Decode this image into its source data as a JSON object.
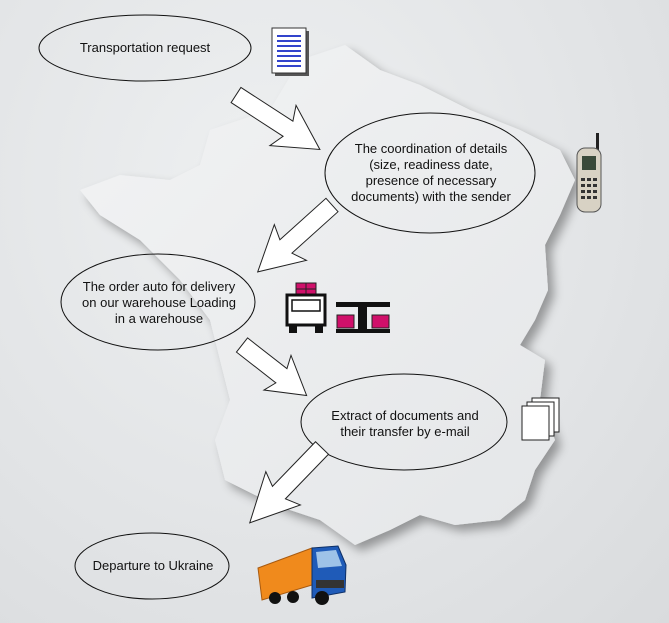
{
  "steps": [
    {
      "label": "Transportation request",
      "icon": "document-icon"
    },
    {
      "label": "The coordination of details (size, readiness date, presence of necessary documents) with the sender",
      "icon": "mobile-phone-icon"
    },
    {
      "label": "The order auto for delivery on our warehouse Loading in a warehouse",
      "icon": "truck-loading-icon"
    },
    {
      "label": "Extract of documents and their transfer by e-mail",
      "icon": "documents-stack-icon"
    },
    {
      "label": "Departure to Ukraine",
      "icon": "truck-icon"
    }
  ],
  "colors": {
    "ellipse_stroke": "#111111",
    "document_lines": "#3344cc",
    "cargo": "#d0106a",
    "truck_cab": "#1f5bb8",
    "trailer": "#f08a1c"
  }
}
